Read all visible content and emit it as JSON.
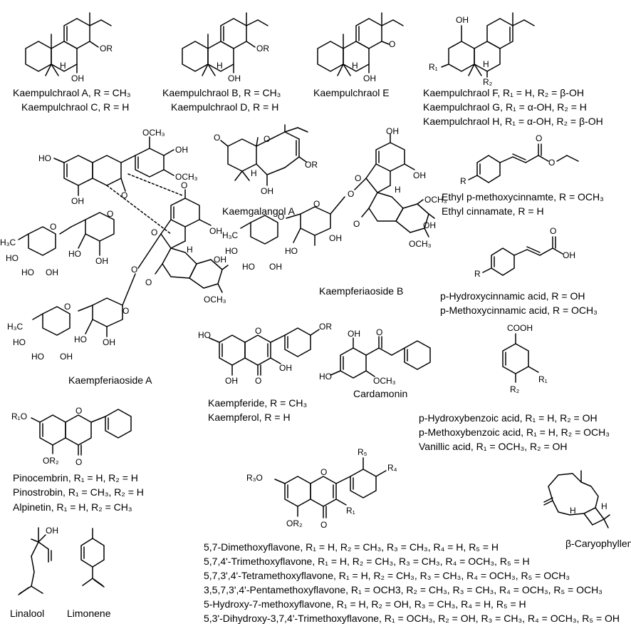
{
  "figure_title": "",
  "compounds": {
    "kaempulchraol_ac": [
      "Kaempulchraol A, R = CH₃",
      "Kaempulchraol C, R = H"
    ],
    "kaempulchraol_bd": [
      "Kaempulchraol B, R = CH₃",
      "Kaempulchraol D, R = H"
    ],
    "kaempulchraol_e": "Kaempulchraol E",
    "kaempulchraol_fgh": [
      "Kaempulchraol F, R₁ = H,  R₂ = β-OH",
      "Kaempulchraol G, R₁ = α-OH,  R₂ = H",
      "Kaempulchraol H, R₁ = α-OH,  R₂ = β-OH"
    ],
    "kaemgalangol_a": "Kaemgalangol A",
    "ethyl_cinnamates": [
      "Ethyl p-methoxycinnamte, R = OCH₃",
      "Ethyl cinnamate, R = H"
    ],
    "cinnamic_acids": [
      "p-Hydroxycinnamic acid,  R = OH",
      "p-Methoxycinnamic acid, R = OCH₃"
    ],
    "kaempferiaoside_a": "Kaempferiaoside A",
    "kaempferiaoside_b": "Kaempferiaoside B",
    "kaempferide_kaempferol": [
      "Kaempferide, R = CH₃",
      "Kaempferol, R = H"
    ],
    "cardamonin": "Cardamonin",
    "benzoic_acids": [
      "p-Hydroxybenzoic acid, R₁ = H, R₂ = OH",
      "p-Methoxybenzoic acid, R₁ = H, R₂ = OCH₃",
      "Vanillic acid, R₁ = OCH₃, R₂ = OH"
    ],
    "flavanones": [
      "Pinocembrin, R₁ = H, R₂ = H",
      "Pinostrobin, R₁ = CH₃, R₂ = H",
      "Alpinetin, R₁ = H, R₂ = CH₃"
    ],
    "caryophyllene": "β-Caryophyllene",
    "flavones": [
      "5,7-Dimethoxyflavone, R₁ = H, R₂ = CH₃, R₃ = CH₃, R₄ = H, R₅ = H",
      "5,7,4'-Trimethoxyflavone, R₁ = H, R₂ = CH₃, R₃ = CH₃, R₄ = OCH₃, R₅ = H",
      "5,7,3',4'-Tetramethoxyflavone, R₁ = H, R₂ = CH₃, R₃ = CH₃, R₄ = OCH₃, R₅ = OCH₃",
      "3,5,7,3',4'-Pentamethoxyflavone, R₁ = OCH3, R₂ = CH₃, R₃ = CH₃, R₄ = OCH₃, R₅ = OCH₃",
      "5-Hydroxy-7-methoxyflavone, R₁ = H, R₂ = OH, R₃ = CH₃, R₄ = H, R₅ = H",
      "5,3'-Dihydroxy-3,7,4'-Trimethoxyflavone, R₁ = OCH₃, R₂ = OH, R₃ = CH₃, R₄ = OCH₃, R₅ = OH"
    ],
    "linalool": "Linalool",
    "limonene": "Limonene"
  },
  "atom_labels": {
    "or": "OR",
    "oh": "OH",
    "h": "H",
    "o": "O",
    "och3": "OCH₃",
    "h3c": "H₃C",
    "ho": "HO",
    "r": "R",
    "r1": "R₁",
    "r2": "R₂",
    "r4": "R₄",
    "r5": "R₅",
    "r1o": "R₁O",
    "r3o": "R₃O",
    "or2": "OR₂",
    "cooh": "COOH"
  }
}
